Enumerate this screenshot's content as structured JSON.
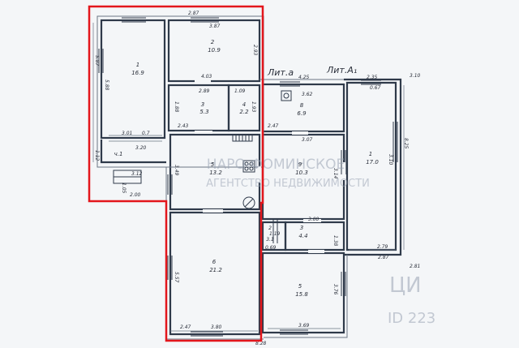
{
  "plan": {
    "labels": {
      "lit_a": "Лит.а",
      "lit_a1": "Лит.А₁",
      "dim_top_main": "2.87",
      "dim_room2_top": "3.87",
      "dim_room1_left": "5.87",
      "dim_room1_inner_right": "5.88",
      "dim_room2_right": "2.93",
      "dim_lit_a1_top": "4.25",
      "dim_right_top": "2.35",
      "dim_far_right_top": "0.67",
      "dim_403": "4.03",
      "dim_room3_top": "2.89",
      "dim_room4_top": "1.09",
      "dim_room3_left": "1.88",
      "dim_room4_right": "1.93",
      "dim_243": "2.43",
      "dim_room8_top": "3.62",
      "dim_247": "2.47",
      "dim_room1_bottom": "3.01",
      "dim_room7_area": "0.7",
      "dim_320": "3.20",
      "dim_112_left": "1.12",
      "dim_room5_left": "3.49",
      "dim_room9_left": "3.14",
      "dim_room9_top": "3.07",
      "dim_310": "3.10",
      "dim_825": "8.25",
      "dim_310b": "3.10",
      "dim_105": "1.05",
      "dim_312": "3.12",
      "dim_200": "2.00",
      "dim_300": "3.00",
      "dim_room12_left": "1.19",
      "dim_069": "0.69",
      "dim_138": "1.38",
      "dim_279": "2.79",
      "dim_287": "2.87",
      "dim_room6_left": "5.57",
      "dim_room14_right": "3.76",
      "dim_bottom_a": "2.47",
      "dim_bottom_b": "3.80",
      "dim_bottom_c": "3.69",
      "dim_bottom_total": "8.28",
      "dim_281": "2.81",
      "room_1_num": "1",
      "room_1_area": "16.9",
      "room_2_num": "2",
      "room_2_area": "10.9",
      "room_3_num": "3",
      "room_3_area": "5.3",
      "room_4_num": "4",
      "room_4_area": "2.2",
      "room_5_num": "5",
      "room_5_area": "13.2",
      "room_6_num": "6",
      "room_6_area": "21.2",
      "room_7_num": "ч.1",
      "room_8_num": "8",
      "room_8_area": "6.9",
      "room_9_num": "9",
      "room_9_area": "10.3",
      "room_10_num": "1",
      "room_10_area": "17.0",
      "room_12_num": "2",
      "room_12_area": "3.1",
      "room_13_num": "3",
      "room_13_area": "4.4",
      "room_14_num": "5",
      "room_14_area": "15.8"
    },
    "watermark": {
      "line1": "НАРО-ФОМИНСКОЕ",
      "line2": "АГЕНТСТВО НЕДВИЖИМОСТИ",
      "side1": "ЦИ",
      "side2": "ID 223"
    },
    "colors": {
      "highlight": "#e3161c",
      "wall": "#2f3a4a",
      "text": "#2a2f3a"
    }
  }
}
